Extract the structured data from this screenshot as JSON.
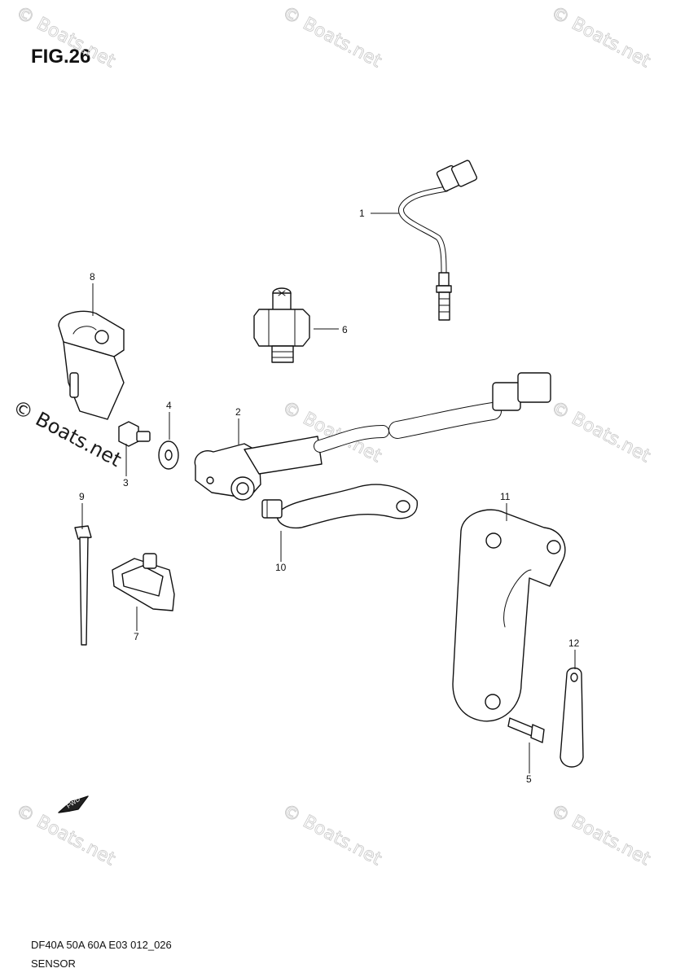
{
  "figure": {
    "title": "FIG.26",
    "code": "DF40A 50A 60A E03 012_026",
    "name": "SENSOR"
  },
  "watermark": "© Boats.net",
  "fwd_label": "FWD",
  "callouts": [
    "1",
    "2",
    "3",
    "4",
    "5",
    "6",
    "7",
    "8",
    "9",
    "10",
    "11",
    "12"
  ]
}
